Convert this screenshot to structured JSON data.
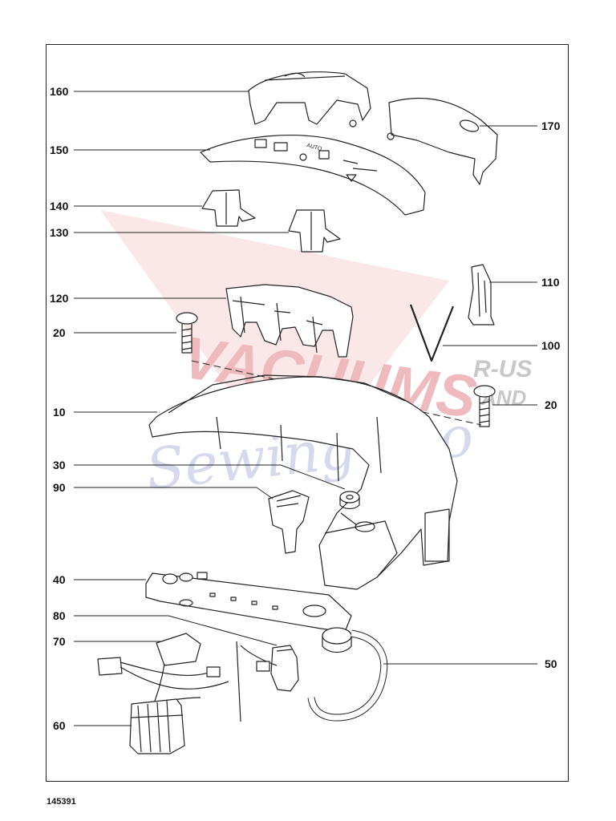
{
  "diagram": {
    "drawing_number": "145391",
    "callouts_left": [
      {
        "id": "c160",
        "label": "160"
      },
      {
        "id": "c150",
        "label": "150"
      },
      {
        "id": "c140",
        "label": "140"
      },
      {
        "id": "c130",
        "label": "130"
      },
      {
        "id": "c120",
        "label": "120"
      },
      {
        "id": "c20a",
        "label": "20"
      },
      {
        "id": "c10",
        "label": "10"
      },
      {
        "id": "c30",
        "label": "30"
      },
      {
        "id": "c90",
        "label": "90"
      },
      {
        "id": "c40",
        "label": "40"
      },
      {
        "id": "c80",
        "label": "80"
      },
      {
        "id": "c70",
        "label": "70"
      },
      {
        "id": "c60",
        "label": "60"
      }
    ],
    "callouts_right": [
      {
        "id": "c170",
        "label": "170"
      },
      {
        "id": "c110",
        "label": "110"
      },
      {
        "id": "c100",
        "label": "100"
      },
      {
        "id": "c20b",
        "label": "20"
      },
      {
        "id": "c50",
        "label": "50"
      }
    ],
    "panel_text": "AUTO"
  },
  "watermark": {
    "line1": "VACUUMS",
    "line2": "R-US",
    "line3": "AND",
    "line4": "Sewing Too",
    "colors": {
      "red": "#e9a3a8",
      "blue": "#c9cde6",
      "gray": "#b5b5b5"
    }
  }
}
